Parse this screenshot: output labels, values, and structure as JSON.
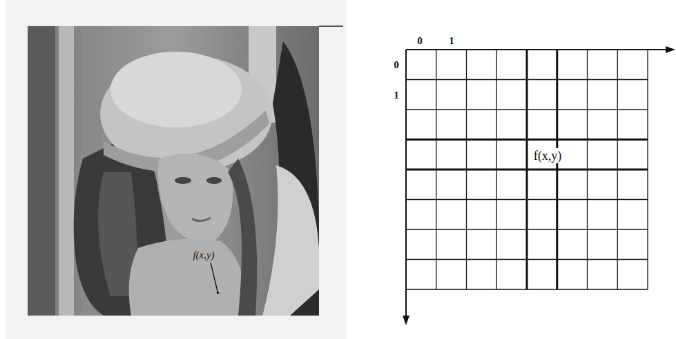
{
  "diagram": {
    "labels": [
      "f(x,y)",
      "0",
      "1",
      "0",
      "1",
      "f(x,y)"
    ]
  }
}
